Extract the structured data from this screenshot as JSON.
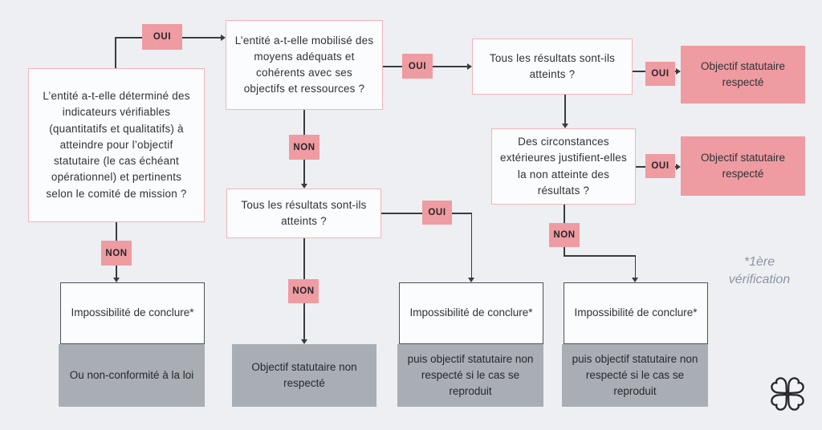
{
  "colors": {
    "background": "#edeff2",
    "question_border": "#f1b4b8",
    "question_fill": "#fbfcfd",
    "pink": "#ee9ba1",
    "gray_fill": "#a9aeb5",
    "outcome_border": "#4c525a",
    "line": "#383c42",
    "text_dark": "#2f3237",
    "note_color": "#8d94a2"
  },
  "edge_labels": {
    "oui": "OUI",
    "non": "NON"
  },
  "nodes": {
    "q_indicators": {
      "text": "L’entité a-t-elle déterminé des indicateurs vérifiables (quantitatifs et qualitatifs) à atteindre pour l’objectif statutaire (le cas échéant opérationnel) et pertinents selon le comité de mission ?"
    },
    "q_means": {
      "text": "L’entité a-t-elle mobilisé des moyens adéquats et cohérents avec ses objectifs et ressources ?"
    },
    "q_results_top": {
      "text": "Tous les résultats sont-ils atteints ?"
    },
    "q_circumstances": {
      "text": "Des circonstances extérieures justifient-elles la non atteinte des résultats ?"
    },
    "q_results_mid": {
      "text": "Tous les résultats sont-ils atteints ?"
    },
    "r_respected_1": {
      "text": "Objectif statutaire respecté"
    },
    "r_respected_2": {
      "text": "Objectif statutaire respecté"
    },
    "o_impossible_1": {
      "text": "Impossibilité de conclure*"
    },
    "o_impossible_3": {
      "text": "Impossibilité de conclure*"
    },
    "o_impossible_4": {
      "text": "Impossibilité de conclure*"
    },
    "g_nonconformity": {
      "text": "Ou non-conformité à la loi"
    },
    "g_not_respected": {
      "text": "Objectif statutaire non respecté"
    },
    "g_repeat_3": {
      "text": "puis objectif statutaire non respecté si le cas se reproduit"
    },
    "g_repeat_4": {
      "text": "puis objectif statutaire non respecté si le cas se reproduit"
    }
  },
  "note": {
    "line1": "*1ère",
    "line2": "vérification"
  },
  "logo": {
    "name": "four-hearts-clover"
  }
}
